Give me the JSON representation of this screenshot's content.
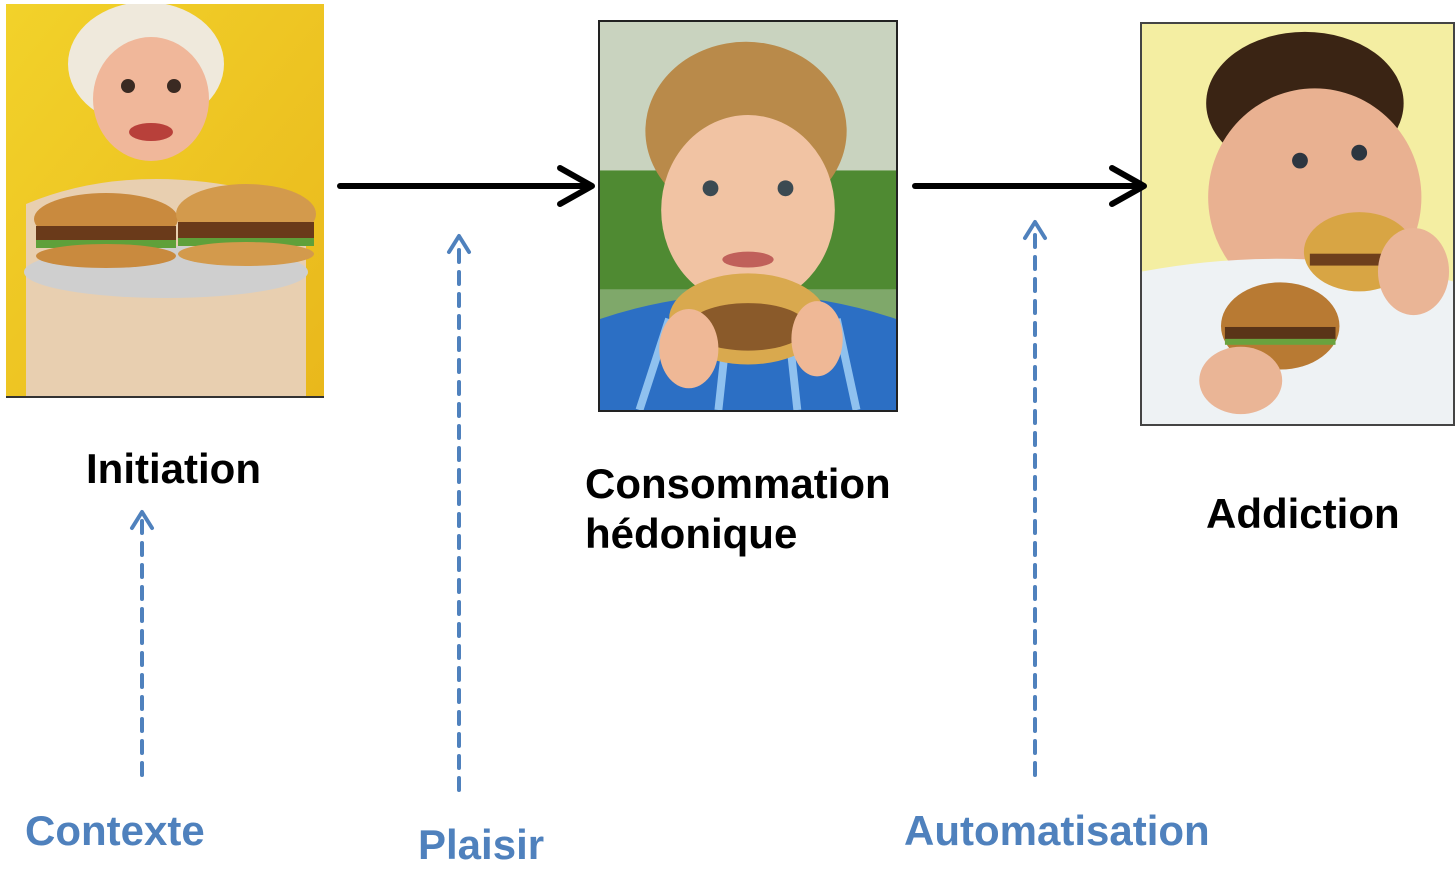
{
  "stages": [
    {
      "id": "initiation",
      "label_lines": [
        "Initiation"
      ],
      "image": "woman-holding-burgers-photo"
    },
    {
      "id": "consommation",
      "label_lines": [
        "Consommation",
        "hédonique"
      ],
      "image": "boy-eating-burger-photo"
    },
    {
      "id": "addiction",
      "label_lines": [
        "Addiction"
      ],
      "image": "child-biting-burger-photo"
    }
  ],
  "drivers": [
    {
      "id": "contexte",
      "label": "Contexte"
    },
    {
      "id": "plaisir",
      "label": "Plaisir"
    },
    {
      "id": "automatisation",
      "label": "Automatisation"
    }
  ],
  "colors": {
    "stage_text": "#000000",
    "driver_text": "#4F81BD",
    "main_arrow": "#000000",
    "driver_arrow": "#4F81BD"
  }
}
